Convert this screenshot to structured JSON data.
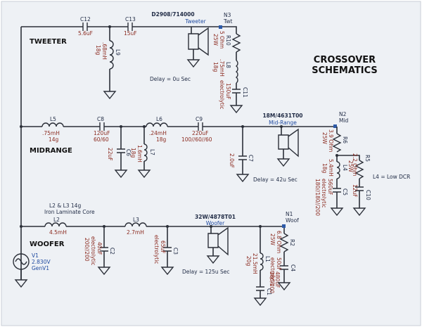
{
  "title": [
    "CROSSOVER",
    "SCHEMATICS"
  ],
  "sections": {
    "tweeter": "TWEETER",
    "midrange": "MIDRANGE",
    "woofer": "WOOFER"
  },
  "source": {
    "name": "V1",
    "voltage": "2.830V",
    "model": "GenV1"
  },
  "tweeter": {
    "c12": {
      "name": "C12",
      "value": "5.6uF"
    },
    "c13": {
      "name": "C13",
      "value": "15uF"
    },
    "l9": {
      "name": "L9",
      "value": ".68mH",
      "value2": "18g"
    },
    "driver": {
      "part": "D2908/714000",
      "name": "Tweeter"
    },
    "node": {
      "id": "N3",
      "name": "Twt"
    },
    "r10": {
      "name": "R10",
      "value": "5 Ohm",
      "value2": "25W"
    },
    "l8": {
      "name": "L8",
      "value": ".75mH",
      "value2": "18g"
    },
    "c11": {
      "name": "C11",
      "value": "150uF",
      "value2": "electrolytic"
    },
    "delay": "Delay = 0u Sec"
  },
  "midrange": {
    "l5": {
      "name": "L5",
      "value": ".75mH",
      "value2": "14g"
    },
    "c8": {
      "name": "C8",
      "value": "120uF",
      "value2": "60/60"
    },
    "c6": {
      "name": "C6",
      "value": "22uF"
    },
    "l6": {
      "name": "L6",
      "value": ".24mH",
      "value2": "18g"
    },
    "l7": {
      "name": "L7",
      "value": "1.6mH",
      "value2": "18g"
    },
    "c9": {
      "name": "C9",
      "value": "220uF",
      "value2": "100//60//60"
    },
    "c7": {
      "name": "C7",
      "value": "2.0uF"
    },
    "driver": {
      "part": "18M/4631T00",
      "name": "Mid-Range"
    },
    "node": {
      "id": "N2",
      "name": "Mid"
    },
    "r6": {
      "name": "R6",
      "value": "3.9 Ohm",
      "value2": "25W"
    },
    "r5": {
      "name": "R5",
      "value": "2.2 Ohm",
      "value2": "25W"
    },
    "l4": {
      "name": "L4",
      "value": "5.4mH",
      "value2": "18g"
    },
    "c5": {
      "name": "C5",
      "value": "560uF",
      "value2": "electrolytic",
      "value3": "180//180//200"
    },
    "c10": {
      "name": "C10",
      "value": "12uF"
    },
    "note": "L4 = Low DCR",
    "delay": "Delay = 42u Sec"
  },
  "woofer": {
    "header": [
      "L2 & L3  14g",
      "Iron Laminate Core"
    ],
    "l2": {
      "name": "L2",
      "value": "4.5mH"
    },
    "l3": {
      "name": "L3",
      "value": "2.7mH"
    },
    "c2": {
      "name": "C2",
      "value": "40uF",
      "value2": "electrolytic",
      "value3": "200//200"
    },
    "c3": {
      "name": "C3",
      "value": "65uF",
      "value2": "electrolytic"
    },
    "driver": {
      "part": "32W/4878T01",
      "name": "Woofer"
    },
    "node": {
      "id": "N1",
      "name": "Woof"
    },
    "l1": {
      "name": "L1",
      "value": "21.5mH",
      "value2": "20g"
    },
    "c1": {
      "name": "C1",
      "value": "480uF",
      "value2": "280/200"
    },
    "r2": {
      "name": "R2",
      "value": "6.8 Ohm",
      "value2": "25W"
    },
    "c4": {
      "name": "C4",
      "value": "50uF",
      "value2": "electrolytic"
    },
    "delay": "Delay = 125u Sec"
  },
  "colors": {
    "value_text": "#8b2a1f",
    "name_text": "#1f2a44",
    "source_text": "#1f4aa0",
    "node_marker": "#2d5aa8"
  }
}
